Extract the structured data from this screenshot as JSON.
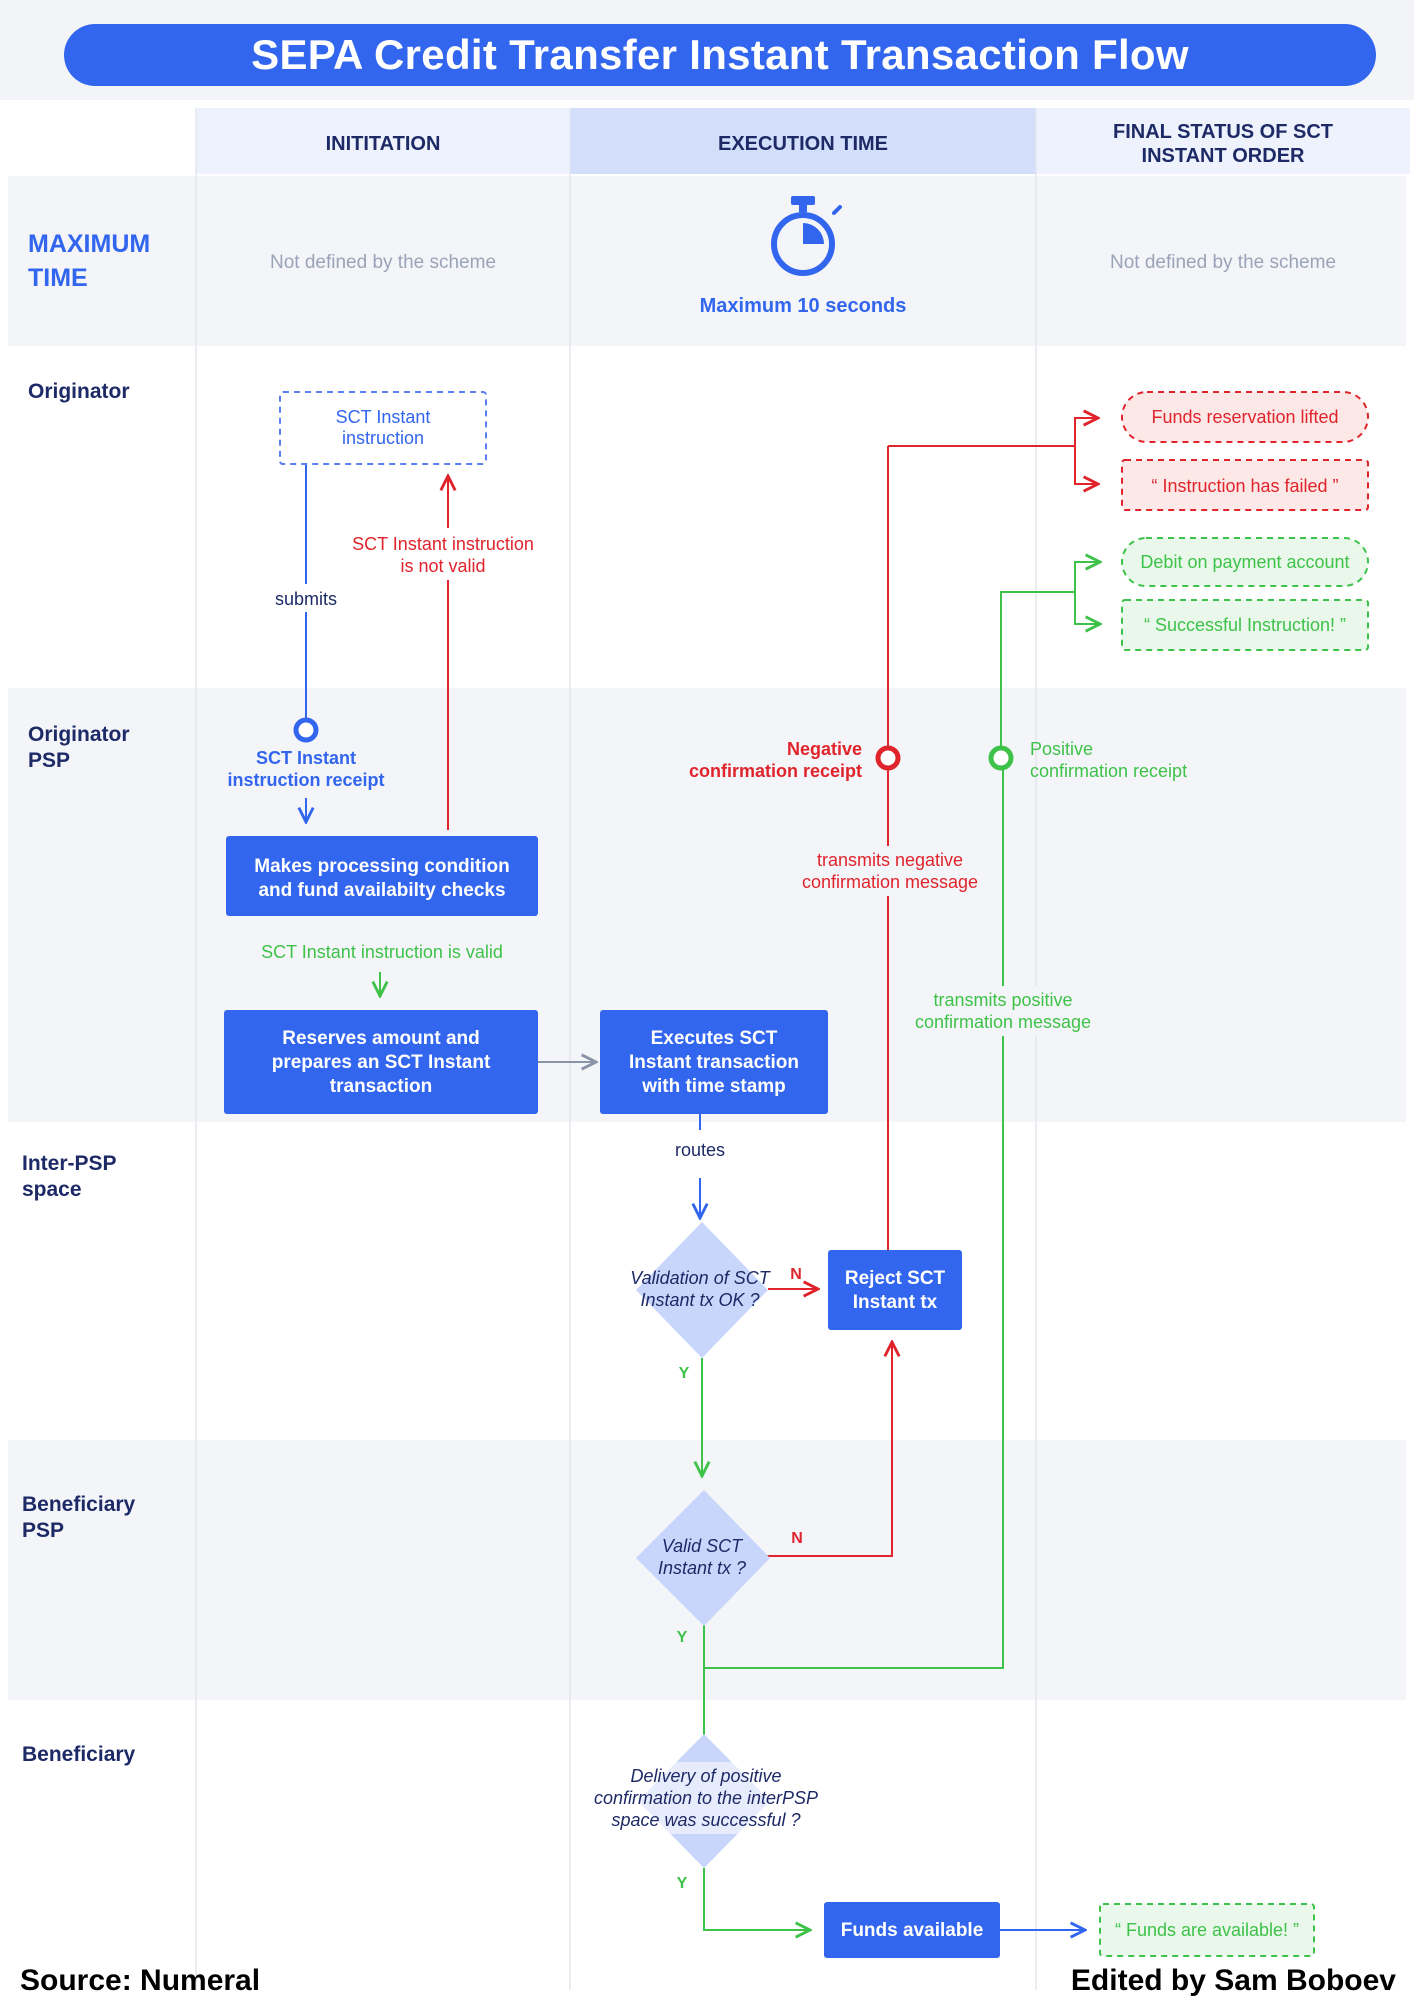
{
  "title": "SEPA Credit Transfer Instant Transaction Flow",
  "columns": {
    "initiation": "INITITATION",
    "execution": "EXECUTION TIME",
    "final_line1": "FINAL STATUS OF SCT",
    "final_line2": "INSTANT ORDER"
  },
  "max_time": {
    "label_line1": "MAXIMUM",
    "label_line2": "TIME",
    "initiation": "Not defined by the scheme",
    "execution": "Maximum 10 seconds",
    "final": "Not defined by the scheme"
  },
  "lanes": {
    "originator": "Originator",
    "originator_psp_line1": "Originator",
    "originator_psp_line2": "PSP",
    "inter_psp_line1": "Inter-PSP",
    "inter_psp_line2": "space",
    "beneficiary_psp_line1": "Beneficiary",
    "beneficiary_psp_line2": "PSP",
    "beneficiary": "Beneficiary"
  },
  "nodes": {
    "sct_instruction_line1": "SCT Instant",
    "sct_instruction_line2": "instruction",
    "submits": "submits",
    "not_valid_line1": "SCT Instant instruction",
    "not_valid_line2": "is not valid",
    "receipt_line1": "SCT Instant",
    "receipt_line2": "instruction receipt",
    "checks_line1": "Makes processing condition",
    "checks_line2": "and fund availabilty checks",
    "valid": "SCT Instant instruction is valid",
    "reserves_line1": "Reserves amount and",
    "reserves_line2": "prepares an SCT Instant",
    "reserves_line3": "transaction",
    "executes_line1": "Executes SCT",
    "executes_line2": "Instant transaction",
    "executes_line3": "with time stamp",
    "routes": "routes",
    "validation_line1": "Validation of SCT",
    "validation_line2": "Instant tx OK ?",
    "reject_line1": "Reject SCT",
    "reject_line2": "Instant tx",
    "valid_sct_line1": "Valid SCT",
    "valid_sct_line2": "Instant tx ?",
    "delivery_line1": "Delivery of positive",
    "delivery_line2": "confirmation to the interPSP",
    "delivery_line3": "space was successful ?",
    "funds_available": "Funds available",
    "negative_line1": "Negative",
    "negative_line2": "confirmation receipt",
    "positive_line1": "Positive",
    "positive_line2": "confirmation receipt",
    "transmits_neg_line1": "transmits negative",
    "transmits_neg_line2": "confirmation message",
    "transmits_pos_line1": "transmits positive",
    "transmits_pos_line2": "confirmation message",
    "n1": "N",
    "n2": "N",
    "y1": "Y",
    "y2": "Y",
    "y3": "Y"
  },
  "final_status": {
    "reservation_lifted": "Funds reservation lifted",
    "instruction_failed": "“ Instruction has failed ”",
    "debit": "Debit on payment account",
    "successful": "“ Successful Instruction! ”",
    "funds_are_available": "“ Funds are available! ”"
  },
  "footer": {
    "source": "Source: Numeral",
    "edited": "Edited by Sam Boboev"
  },
  "colors": {
    "blue": "#3366ee",
    "navy": "#1d2a66",
    "red": "#e0242c",
    "green": "#3ec24a",
    "gray_text": "#9aa3b8",
    "header_bg": "#eef2fd",
    "header_active": "#d3defb"
  }
}
